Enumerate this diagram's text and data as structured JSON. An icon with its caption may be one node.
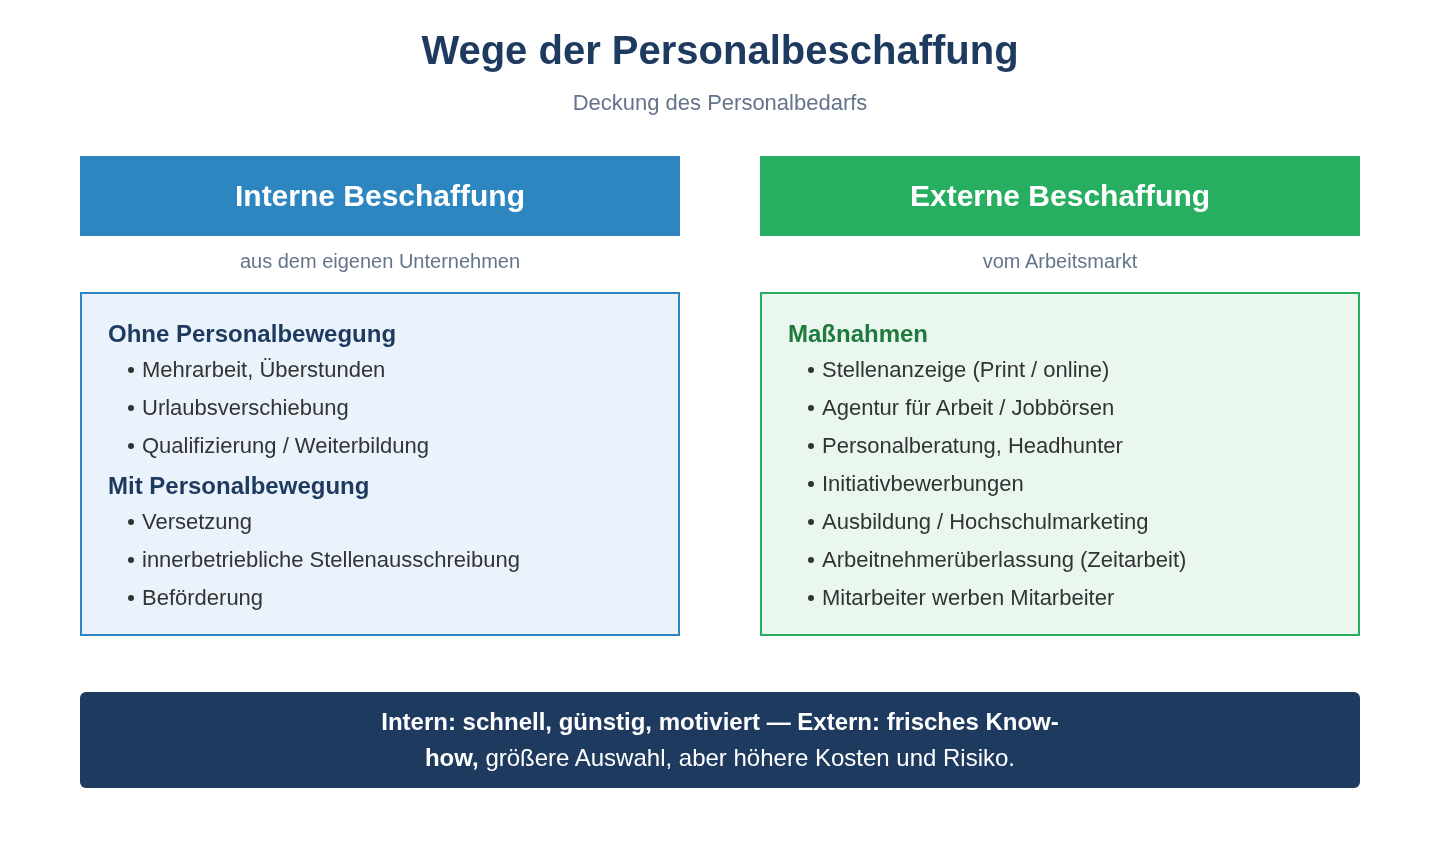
{
  "diagram": {
    "title": "Wege der Personalbeschaffung",
    "nodes": [
      {
        "text": [
          "Interne Beschaffung"
        ],
        "beside": [
          "aus dem eigenen Unternehmen"
        ]
      },
      {
        "text": [
          "Ohne Personalbewegung",
          "Mehrarbeit, Überstunden",
          "Urlaubsverschiebung",
          "Qualifizierung / Weiterbildung",
          "Mit Personalbewegung",
          "Versetzung",
          "innerbetriebliche Stellenausschreibung",
          "Beförderung"
        ]
      },
      {
        "text": [
          "Externe Beschaffung"
        ],
        "beside": [
          "vom Arbeitsmarkt"
        ]
      },
      {
        "text": [
          "Maßnahmen",
          "Stellenanzeige (Print / online)",
          "Agentur für Arbeit / Jobbörsen",
          "Personalberatung, Headhunter",
          "Initiativbewerbungen",
          "Ausbildung / Hochschulmarketing",
          "Arbeitnehmerüberlassung (Zeitarbeit)",
          "Mitarbeiter werben Mitarbeiter"
        ]
      },
      {
        "text": [
          "**Intern: schnell, günstig, motiviert — Extern: frisches Know-how,** größere Auswahl, aber höhere Kosten und Risiko."
        ]
      }
    ],
    "edges": [],
    "labels": [
      "Deckung des Personalbedarfs"
    ]
  }
}
